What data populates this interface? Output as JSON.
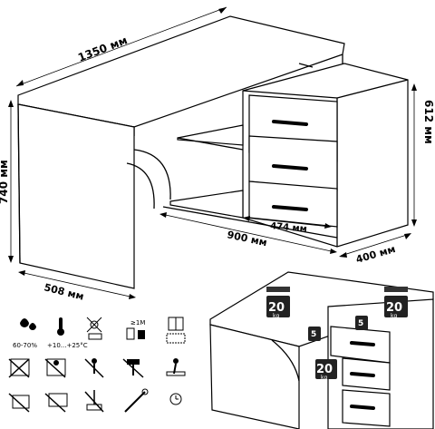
{
  "dimensions": {
    "top_width": "1350 мм",
    "height_left": "740 мм",
    "height_right": "612 мм",
    "depth_left": "508 мм",
    "width_main": "900 мм",
    "drawer_width": "474 мм",
    "depth_right": "400 мм"
  },
  "icons": {
    "humidity": "60-70%",
    "temperature": "+10...+25°C",
    "distance": "≥1M"
  },
  "weights": {
    "load_top_left": "20",
    "load_top_right": "20",
    "load_shelf": "20",
    "load_drawer_top": "5",
    "load_drawer_mid": "5",
    "unit": "kg"
  }
}
